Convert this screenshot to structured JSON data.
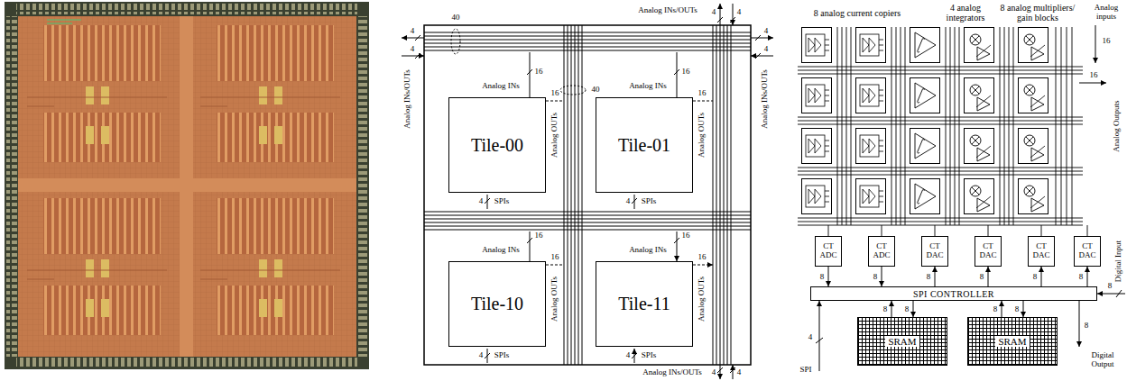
{
  "diagram": {
    "nodes": [
      {
        "text": [
          "Tile-00"
        ]
      },
      {
        "text": [
          "Tile-01"
        ]
      },
      {
        "text": [
          "Tile-10"
        ]
      },
      {
        "text": [
          "Tile-11"
        ]
      },
      {
        "text": [
          "CT ADC"
        ]
      },
      {
        "text": [
          "CT ADC"
        ]
      },
      {
        "text": [
          "CT DAC"
        ]
      },
      {
        "text": [
          "CT DAC"
        ]
      },
      {
        "text": [
          "CT DAC"
        ]
      },
      {
        "text": [
          "CT DAC"
        ]
      },
      {
        "text": [
          "SPI CONTROLLER"
        ]
      },
      {
        "text": [
          "SRAM"
        ]
      },
      {
        "text": [
          "SRAM"
        ]
      }
    ],
    "edges": [
      {
        "from": 4,
        "to": 10,
        "arrow": "to",
        "label": "8"
      },
      {
        "from": 5,
        "to": 10,
        "arrow": "to",
        "label": "8"
      },
      {
        "from": 10,
        "to": 6,
        "arrow": "to",
        "label": "8"
      },
      {
        "from": 10,
        "to": 7,
        "arrow": "to",
        "label": "8"
      },
      {
        "from": 10,
        "to": 8,
        "arrow": "to",
        "label": "8"
      },
      {
        "from": 10,
        "to": 9,
        "arrow": "to",
        "label": "8"
      },
      {
        "from": 11,
        "to": 10,
        "arrow": "to",
        "label": "8"
      },
      {
        "from": 10,
        "to": 11,
        "arrow": "to",
        "label": "8"
      },
      {
        "from": 12,
        "to": 10,
        "arrow": "to",
        "label": "8"
      },
      {
        "from": 10,
        "to": 12,
        "arrow": "to",
        "label": "8"
      }
    ],
    "labels": [
      "Analog INs/OUTs",
      "4",
      "4",
      "Analog INs/OUTs",
      "4",
      "4",
      "Analog INs/OUTs",
      "4",
      "4",
      "40",
      "40",
      "Analog INs",
      "16",
      "16",
      "Analog OUTs",
      "4",
      "SPIs",
      "Analog INs",
      "16",
      "16",
      "Analog OUTs",
      "4",
      "SPIs",
      "Analog INs",
      "16",
      "16",
      "Analog OUTs",
      "4",
      "SPIs",
      "Analog INs",
      "16",
      "16",
      "Analog OUTs",
      "4",
      "SPIs",
      "Analog INs/OUTs",
      "4",
      "4",
      "8 analog current copiers",
      "4 analog integrators",
      "8 analog multipliers/ gain blocks",
      "Analog inputs",
      "16",
      "Analog Outputs",
      "16",
      "4",
      "SPI",
      "Digital Input",
      "8",
      "8",
      "Digital Output"
    ]
  }
}
